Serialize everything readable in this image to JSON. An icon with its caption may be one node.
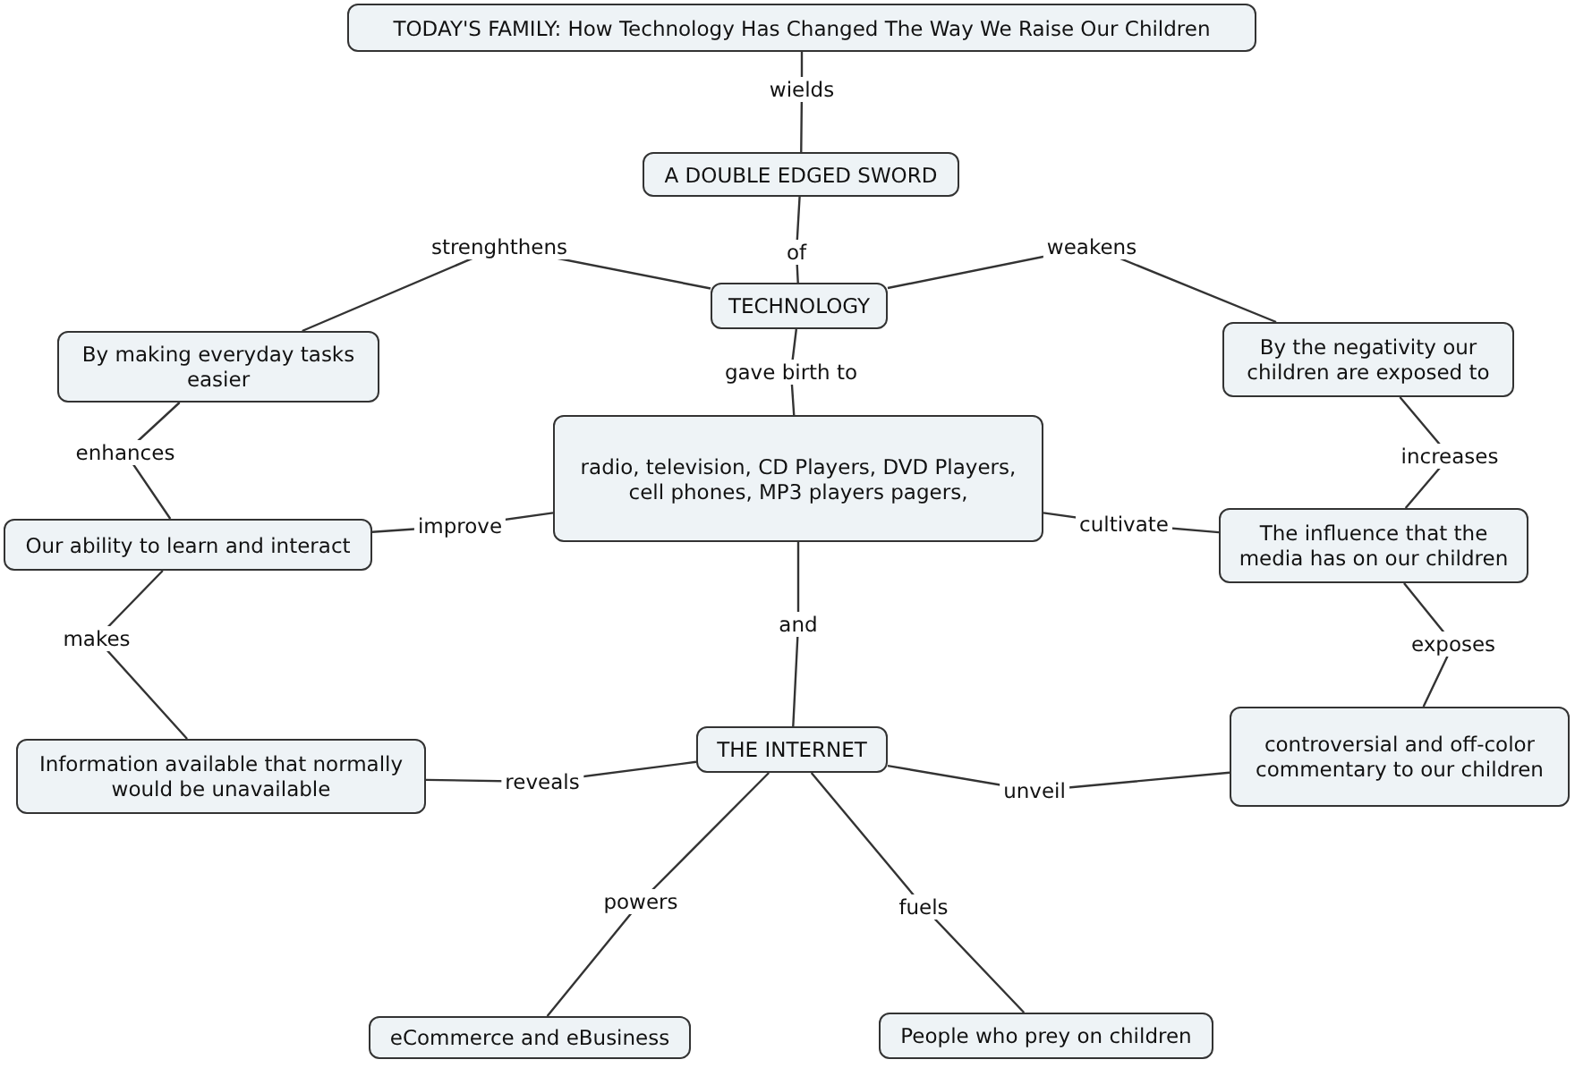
{
  "diagram": {
    "nodes": [
      {
        "text": [
          "TODAY'S FAMILY: How Technology Has Changed The Way We Raise Our Children"
        ]
      },
      {
        "text": [
          "A DOUBLE EDGED SWORD"
        ]
      },
      {
        "text": [
          "TECHNOLOGY"
        ]
      },
      {
        "text": [
          "By making everyday tasks easier"
        ]
      },
      {
        "text": [
          "By the negativity our children are exposed to"
        ]
      },
      {
        "text": [
          "radio, television, CD Players, DVD Players, cell phones, MP3 players pagers,"
        ]
      },
      {
        "text": [
          "Our ability to learn and interact"
        ]
      },
      {
        "text": [
          "The influence that the media has on our children"
        ]
      },
      {
        "text": [
          "Information available that normally would be unavailable"
        ]
      },
      {
        "text": [
          "THE INTERNET"
        ]
      },
      {
        "text": [
          "controversial and off-color commentary to our children"
        ]
      },
      {
        "text": [
          "eCommerce and eBusiness"
        ]
      },
      {
        "text": [
          "People who prey on children"
        ]
      }
    ],
    "edges": [
      {
        "from": 0,
        "to": 1,
        "arrow": "none",
        "label": "wields"
      },
      {
        "from": 1,
        "to": 2,
        "arrow": "none",
        "label": "of"
      },
      {
        "from": 2,
        "to": 3,
        "arrow": "none",
        "label": "strenghthens"
      },
      {
        "from": 2,
        "to": 4,
        "arrow": "none",
        "label": "weakens"
      },
      {
        "from": 2,
        "to": 5,
        "arrow": "none",
        "label": "gave birth to"
      },
      {
        "from": 3,
        "to": 6,
        "arrow": "none",
        "label": "enhances"
      },
      {
        "from": 4,
        "to": 7,
        "arrow": "none",
        "label": "increases"
      },
      {
        "from": 5,
        "to": 6,
        "arrow": "none",
        "label": "improve"
      },
      {
        "from": 5,
        "to": 7,
        "arrow": "none",
        "label": "cultivate"
      },
      {
        "from": 5,
        "to": 9,
        "arrow": "none",
        "label": "and"
      },
      {
        "from": 6,
        "to": 8,
        "arrow": "none",
        "label": "makes"
      },
      {
        "from": 7,
        "to": 10,
        "arrow": "none",
        "label": "exposes"
      },
      {
        "from": 9,
        "to": 8,
        "arrow": "none",
        "label": "reveals"
      },
      {
        "from": 9,
        "to": 10,
        "arrow": "none",
        "label": "unveil"
      },
      {
        "from": 9,
        "to": 11,
        "arrow": "none",
        "label": "powers"
      },
      {
        "from": 9,
        "to": 12,
        "arrow": "none",
        "label": "fuels"
      }
    ]
  }
}
